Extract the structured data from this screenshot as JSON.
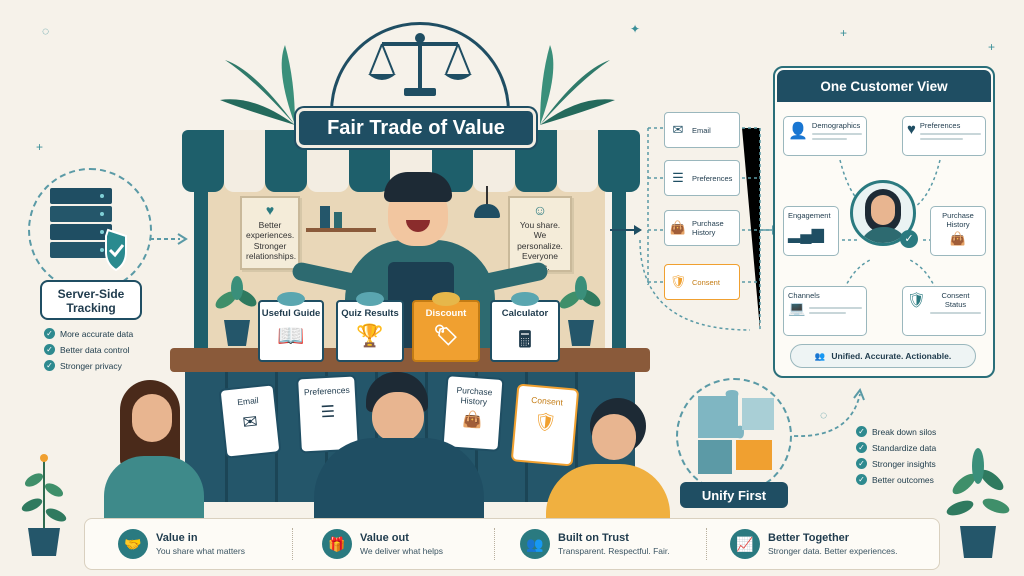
{
  "title": "Fair Trade of Value",
  "left_panel": {
    "title": "Server-Side Tracking",
    "benefits": [
      "More accurate data",
      "Better data control",
      "Stronger privacy"
    ]
  },
  "posters": {
    "left": "Better experiences. Stronger relationships.",
    "right": "You share. We personalize. Everyone wins."
  },
  "offers": [
    {
      "label": "Useful Guide",
      "icon": "book-icon"
    },
    {
      "label": "Quiz Results",
      "icon": "trophy-icon"
    },
    {
      "label": "Discount",
      "icon": "price-tag-icon"
    },
    {
      "label": "Calculator",
      "icon": "calculator-icon"
    }
  ],
  "customer_cards": [
    "Email",
    "Preferences",
    "Purchase History",
    "Consent"
  ],
  "flow_items": [
    {
      "label": "Email",
      "icon": "envelope-icon"
    },
    {
      "label": "Preferences",
      "icon": "sliders-icon"
    },
    {
      "label": "Purchase History",
      "icon": "shopping-bag-icon"
    },
    {
      "label": "Consent",
      "icon": "shield-check-icon"
    }
  ],
  "customer_view": {
    "title": "One Customer View",
    "boxes": {
      "demographics": "Demographics",
      "preferences": "Preferences",
      "engagement": "Engagement",
      "purchase_history": "Purchase History",
      "channels": "Channels",
      "consent_status": "Consent Status"
    },
    "footer": "Unified. Accurate. Actionable."
  },
  "unify": {
    "title": "Unify First",
    "points": [
      "Break down silos",
      "Standardize data",
      "Stronger insights",
      "Better outcomes"
    ]
  },
  "bottom_bar": [
    {
      "title": "Value in",
      "subtitle": "You share what matters",
      "icon": "handshake-icon"
    },
    {
      "title": "Value out",
      "subtitle": "We deliver what helps",
      "icon": "gift-icon"
    },
    {
      "title": "Built on Trust",
      "subtitle": "Transparent. Respectful. Fair.",
      "icon": "people-icon"
    },
    {
      "title": "Better Together",
      "subtitle": "Stronger data. Better experiences.",
      "icon": "growth-chart-icon"
    }
  ],
  "colors": {
    "primary": "#1f4e63",
    "accent": "#2a7a80",
    "background": "#f6f2ea",
    "orange": "#f0a030"
  }
}
